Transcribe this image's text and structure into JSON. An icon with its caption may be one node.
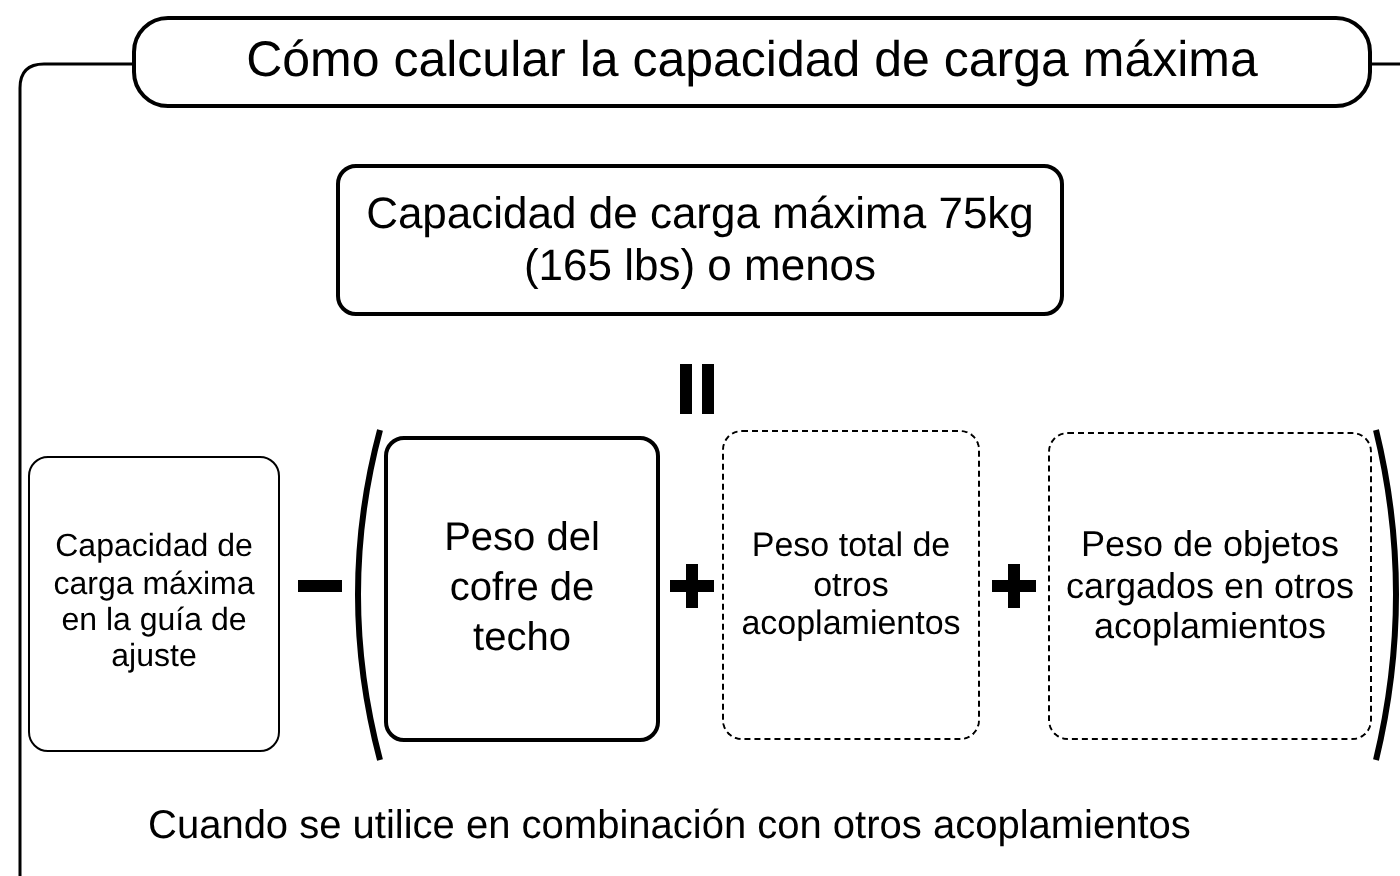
{
  "diagram": {
    "nodes": [
      {
        "text": [
          "Cómo calcular la capacidad de carga máxima"
        ]
      },
      {
        "text": [
          "Capacidad de carga máxima 75kg (165 lbs) o menos"
        ]
      },
      {
        "text": [
          "Capacidad de carga máxima en la guía de ajuste"
        ]
      },
      {
        "text": [
          "Peso del cofre de techo"
        ]
      },
      {
        "text": [
          "Peso total de otros acoplamientos"
        ]
      },
      {
        "text": [
          "Peso de objetos cargados en otros acoplamientos"
        ]
      }
    ],
    "labels": [
      "Cuando se utilice en combinación con otros acoplamientos"
    ]
  }
}
